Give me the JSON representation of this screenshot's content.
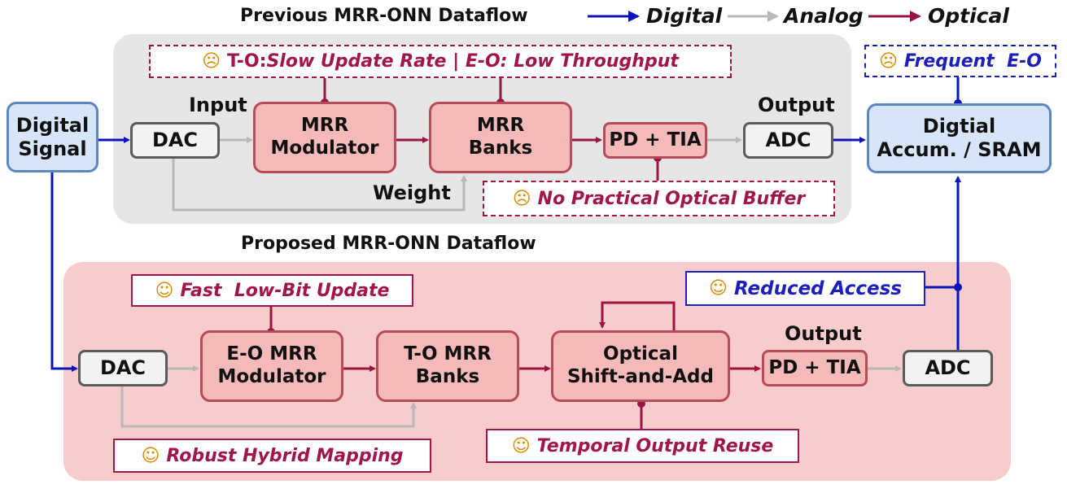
{
  "titles": {
    "previous": "Previous MRR-ONN Dataflow",
    "proposed": "Proposed MRR-ONN Dataflow"
  },
  "legend": {
    "digital": "Digital",
    "analog": "Analog",
    "optical": "Optical"
  },
  "colors": {
    "digital": "#0b14b8",
    "analog": "#b8b8b8",
    "optical": "#9c1446"
  },
  "previous": {
    "input_label": "Input",
    "output_label": "Output",
    "weight_label": "Weight",
    "dac": "DAC",
    "mrr_modulator": [
      "MRR",
      "Modulator"
    ],
    "mrr_banks": [
      "MRR",
      "Banks"
    ],
    "pd_tia": "PD + TIA",
    "adc": "ADC",
    "note_top": {
      "face": "☹",
      "prefix": "T-O:",
      "slow": "Slow Update Rate",
      "sep": " | ",
      "eo": "E-O: Low Throughput"
    },
    "note_buffer": {
      "face": "☹",
      "text": "No Practical Optical Buffer"
    }
  },
  "digital_signal": [
    "Digital",
    "Signal"
  ],
  "accum": [
    "Digtial",
    "Accum. / SRAM"
  ],
  "note_frequent": {
    "face": "☹",
    "text": "Frequent  E-O"
  },
  "proposed": {
    "output_label": "Output",
    "dac": "DAC",
    "eo_modulator": [
      "E-O MRR",
      "Modulator"
    ],
    "to_banks": [
      "T-O MRR",
      "Banks"
    ],
    "shift_add": [
      "Optical",
      "Shift-and-Add"
    ],
    "pd_tia": "PD + TIA",
    "adc": "ADC",
    "note_fast": {
      "face": "☺",
      "text": "Fast  Low-Bit Update"
    },
    "note_robust": {
      "face": "☺",
      "text": "Robust Hybrid Mapping"
    },
    "note_temporal": {
      "face": "☺",
      "text": "Temporal Output Reuse"
    },
    "note_reduced": {
      "face": "☺",
      "text": "Reduced Access"
    }
  }
}
